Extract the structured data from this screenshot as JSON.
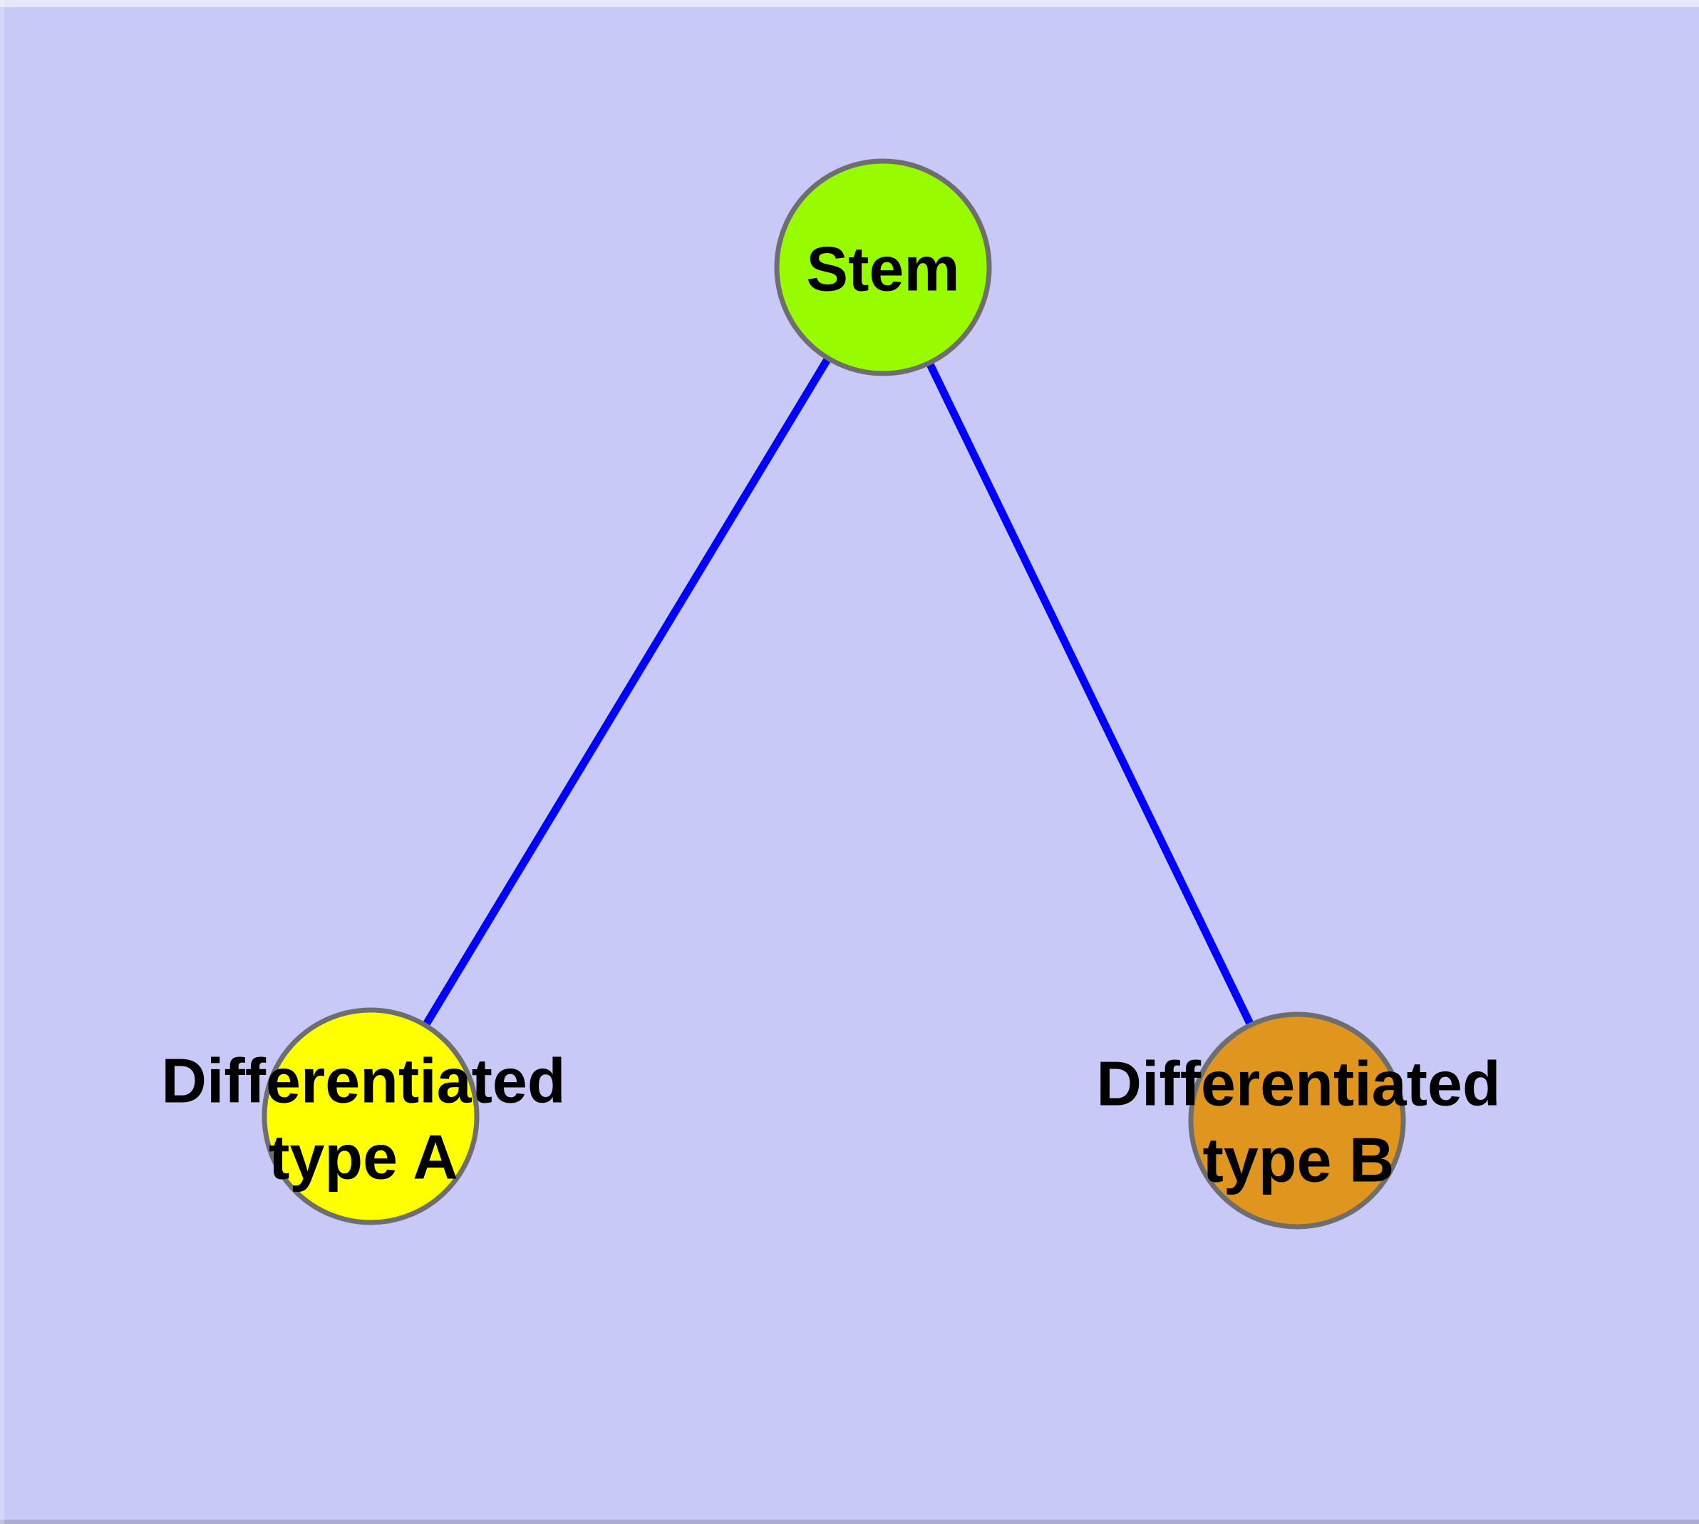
{
  "diagram": {
    "title": "",
    "background_color": "#c9c9f7",
    "edge_color": "#0000ff",
    "node_border_color": "#6e6e6e",
    "label_color": "#000000",
    "nodes": [
      {
        "id": "stem",
        "label": "Stem",
        "fill": "#99fb00"
      },
      {
        "id": "type-a",
        "label": "Differentiated\ntype A",
        "fill": "#ffff00"
      },
      {
        "id": "type-b",
        "label": "Differentiated\ntype B",
        "fill": "#e0951f"
      }
    ],
    "edges": [
      {
        "from": "Stem",
        "to": "Differentiated type A"
      },
      {
        "from": "Stem",
        "to": "Differentiated type B"
      }
    ]
  }
}
